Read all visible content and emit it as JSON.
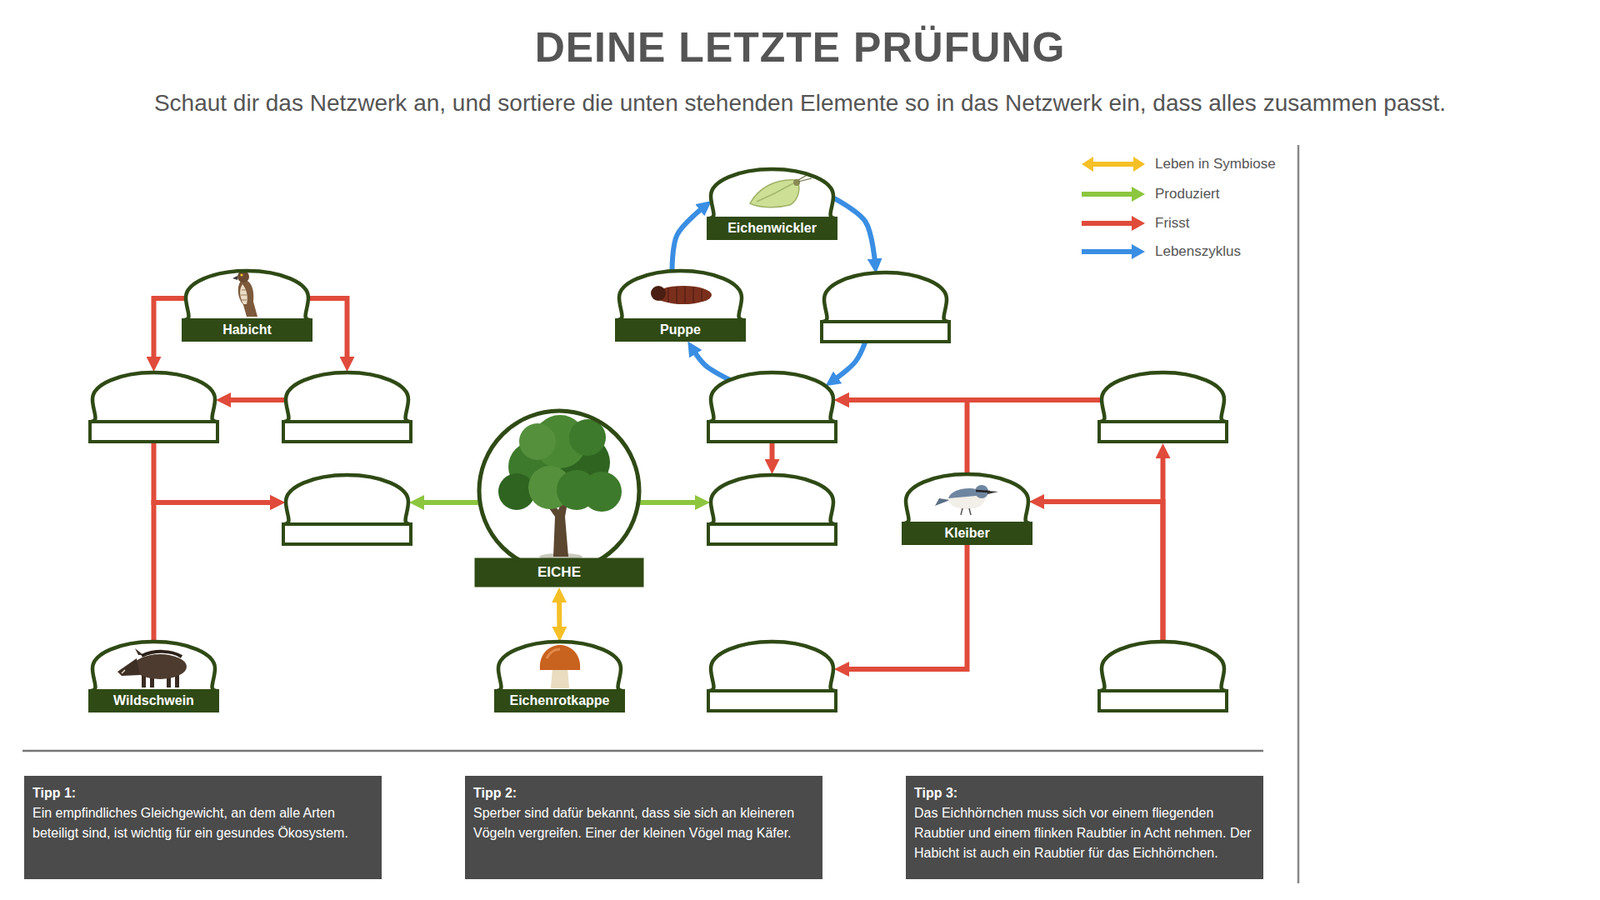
{
  "diagram": {
    "title": "DEINE LETZTE PRÜFUNG",
    "caption": "Schaut dir das Netzwerk an, und sortiere die unten stehenden Elemente so in das Netzwerk ein, dass alles zusammen passt.",
    "nodes": [
      {
        "text": [
          "Eichenwickler"
        ]
      },
      {
        "text": [
          "Habicht"
        ]
      },
      {
        "text": [
          "Puppe"
        ]
      },
      {
        "text": []
      },
      {
        "text": []
      },
      {
        "text": []
      },
      {
        "text": []
      },
      {
        "text": []
      },
      {
        "text": [
          "EICHE"
        ]
      },
      {
        "text": []
      },
      {
        "text": []
      },
      {
        "text": [
          "Kleiber"
        ]
      },
      {
        "text": [
          "Wildschwein"
        ]
      },
      {
        "text": [
          "Eichenrotkappe"
        ]
      },
      {
        "text": []
      },
      {
        "text": []
      },
      {
        "text": [
          "Tipp 1:",
          "Ein empfindliches Gleichgewicht, an dem alle Arten beteiligt sind, ist wichtig für ein gesundes Ökosystem."
        ]
      },
      {
        "text": [
          "Tipp 2:",
          "Sperber sind dafür bekannt, dass sie sich an kleineren Vögeln vergreifen. Einer der kleinen Vögel mag Käfer."
        ]
      },
      {
        "text": [
          "Tipp 3:",
          "Das Eichhörnchen muss sich vor einem fliegenden Raubtier und einem flinken Raubtier in Acht nehmen. Der Habicht ist auch ein Raubtier für das Eichhörnchen."
        ]
      }
    ],
    "edges": [
      {
        "from": 2,
        "to": 0,
        "arrow": "to"
      },
      {
        "from": 0,
        "to": 3,
        "arrow": "to"
      },
      {
        "from": 3,
        "to": 6,
        "arrow": "to"
      },
      {
        "from": 6,
        "to": 2,
        "arrow": "to"
      },
      {
        "from": 1,
        "to": 4,
        "arrow": "to"
      },
      {
        "from": 1,
        "to": 5,
        "arrow": "to"
      },
      {
        "from": 5,
        "to": 4,
        "arrow": "to"
      },
      {
        "from": 4,
        "to": 9,
        "arrow": "to"
      },
      {
        "from": 12,
        "to": 9,
        "arrow": "to"
      },
      {
        "from": 8,
        "to": 9,
        "arrow": "to"
      },
      {
        "from": 8,
        "to": 10,
        "arrow": "to"
      },
      {
        "from": 6,
        "to": 10,
        "arrow": "to"
      },
      {
        "from": 7,
        "to": 6,
        "arrow": "to"
      },
      {
        "from": 11,
        "to": 6,
        "arrow": "to"
      },
      {
        "from": 15,
        "to": 7,
        "arrow": "to"
      },
      {
        "from": 15,
        "to": 11,
        "arrow": "to"
      },
      {
        "from": 11,
        "to": 14,
        "arrow": "to"
      },
      {
        "from": 8,
        "to": 13,
        "arrow": "both"
      }
    ],
    "legend": [
      {
        "text": "Leben in Symbiose",
        "color": "#f5c027"
      },
      {
        "text": "Produziert",
        "color": "#8cc63f"
      },
      {
        "text": "Frisst",
        "color": "#e04b3b"
      },
      {
        "text": "Lebenszyklus",
        "color": "#3a8ee3"
      }
    ]
  }
}
